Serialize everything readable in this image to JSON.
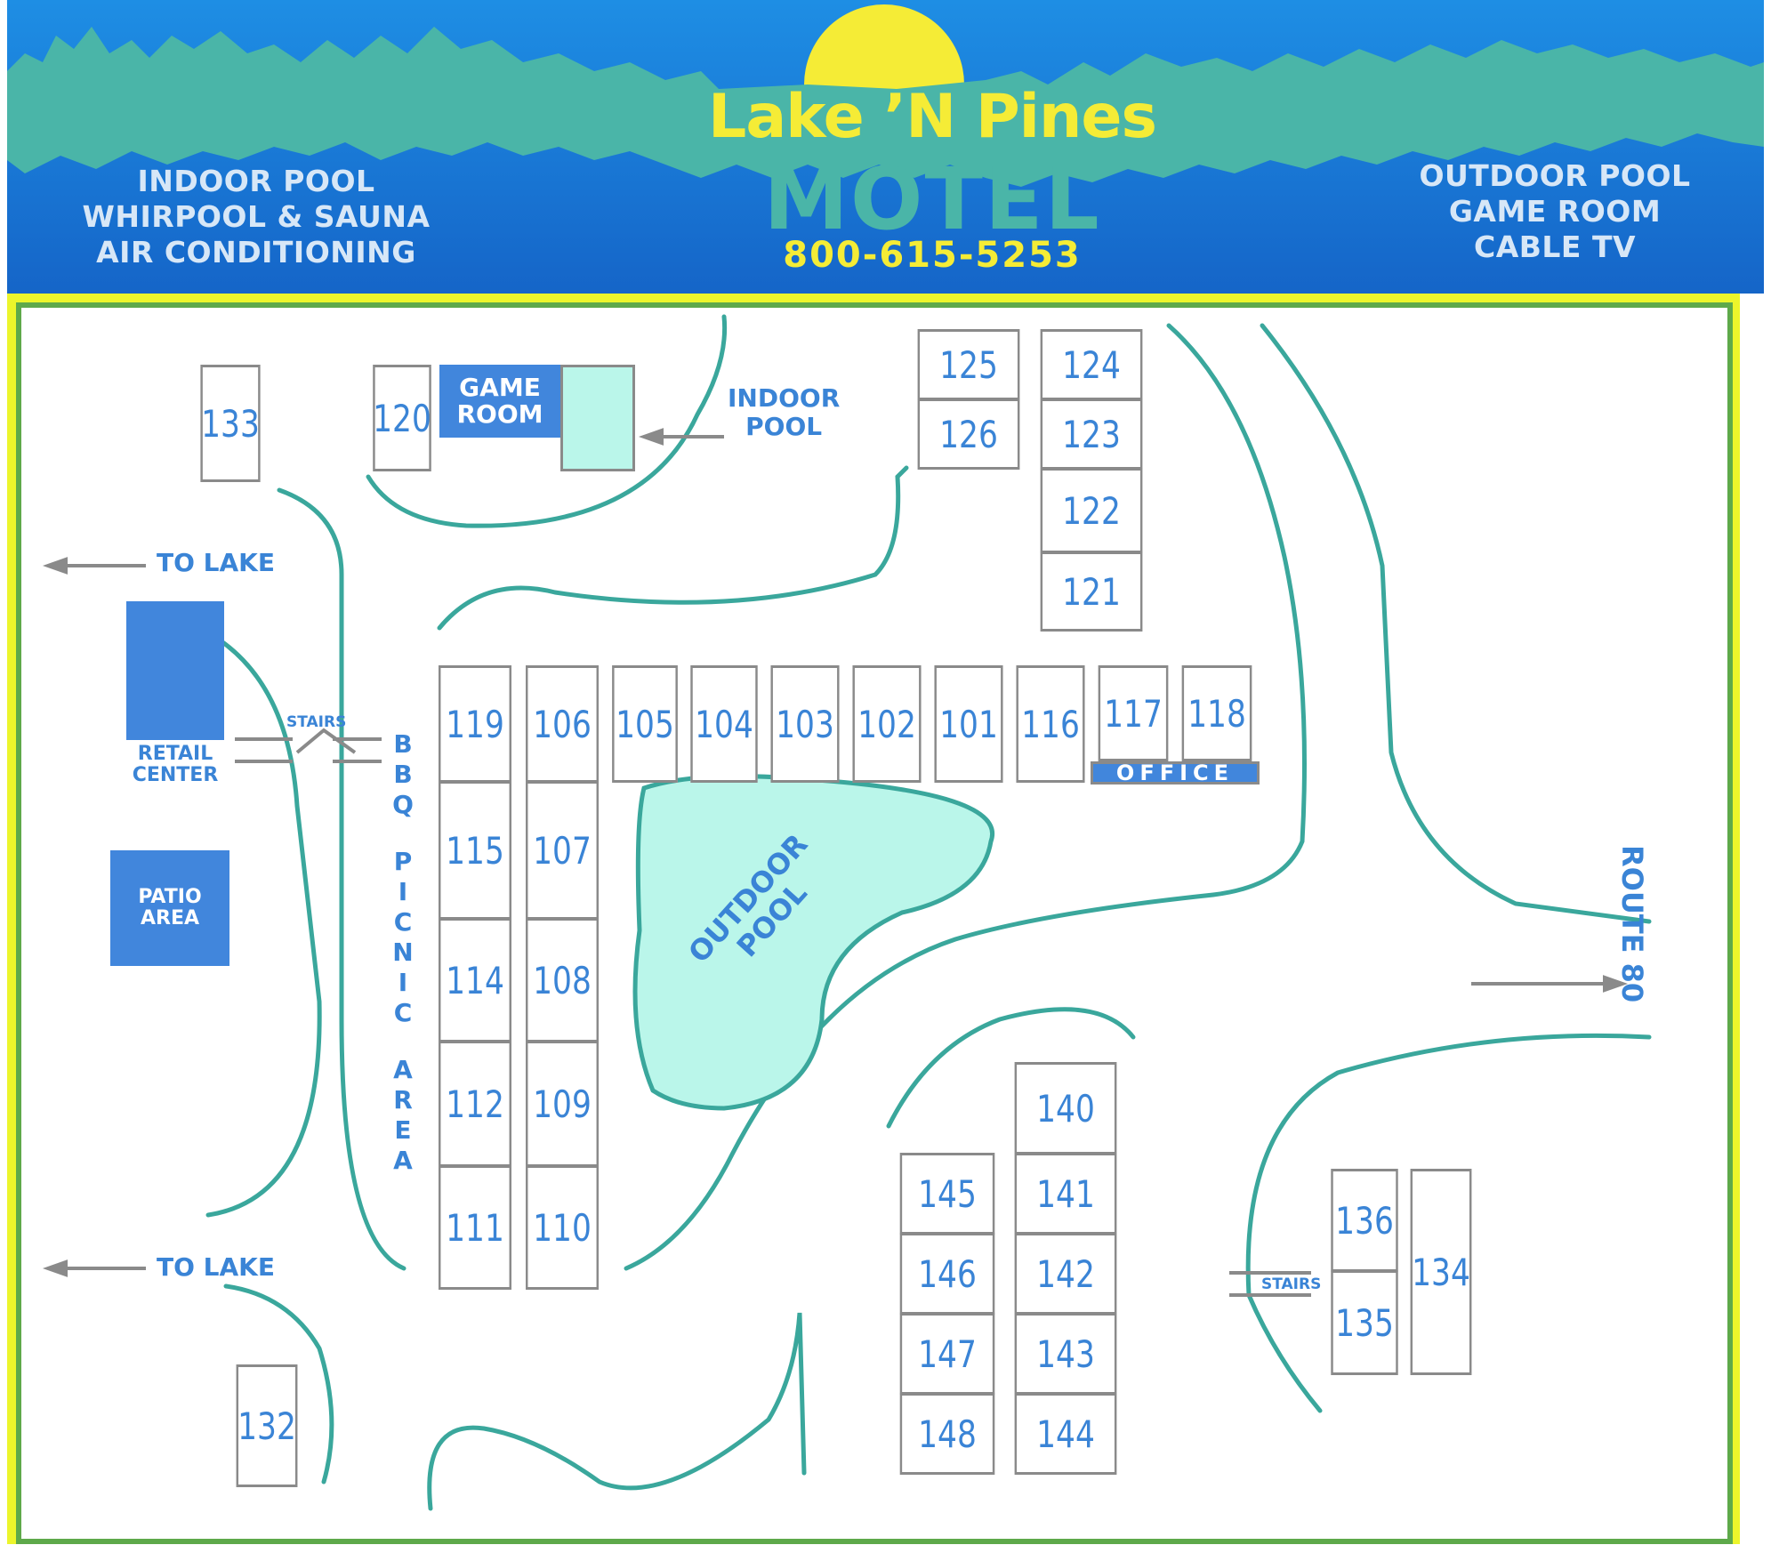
{
  "header": {
    "brand_line": "Lake ’N Pines",
    "motel": "MOTEL",
    "phone": "800-615-5253",
    "left_features": [
      "INDOOR POOL",
      "WHIRPOOL & SAUNA",
      "AIR CONDITIONING"
    ],
    "right_features": [
      "OUTDOOR POOL",
      "GAME ROOM",
      "CABLE TV"
    ]
  },
  "colors": {
    "header_blue": "#1e8ee4",
    "tree_teal": "#4ab5a8",
    "sun_yellow": "#f5ec36",
    "room_text": "#3a84d6",
    "block_blue": "#4186dc",
    "path_teal": "#3aa79c",
    "pool_fill": "#baf6ea",
    "frame_yellow": "#ecf52b",
    "frame_green": "#5ea94a"
  },
  "rooms": [
    "133",
    "120",
    "125",
    "124",
    "126",
    "123",
    "122",
    "121",
    "119",
    "106",
    "105",
    "104",
    "103",
    "102",
    "101",
    "116",
    "117",
    "118",
    "115",
    "107",
    "114",
    "108",
    "112",
    "109",
    "111",
    "110",
    "140",
    "145",
    "141",
    "146",
    "142",
    "147",
    "143",
    "148",
    "144",
    "136",
    "135",
    "134",
    "132"
  ],
  "labels": {
    "game_room": [
      "GAME",
      "ROOM"
    ],
    "indoor_pool": [
      "INDOOR",
      "POOL"
    ],
    "to_lake_1": "TO LAKE",
    "to_lake_2": "TO LAKE",
    "stairs_1": "STAIRS",
    "stairs_2": "STAIRS",
    "retail_center": [
      "RETAIL",
      "CENTER"
    ],
    "patio_area": [
      "PATIO",
      "AREA"
    ],
    "bbq_picnic_area": [
      "B",
      "B",
      "Q",
      "",
      "P",
      "I",
      "C",
      "N",
      "I",
      "C",
      "",
      "A",
      "R",
      "E",
      "A"
    ],
    "office": "OFFICE",
    "outdoor_pool": [
      "OUTDOOR",
      "POOL"
    ],
    "route_80": "ROUTE 80"
  }
}
